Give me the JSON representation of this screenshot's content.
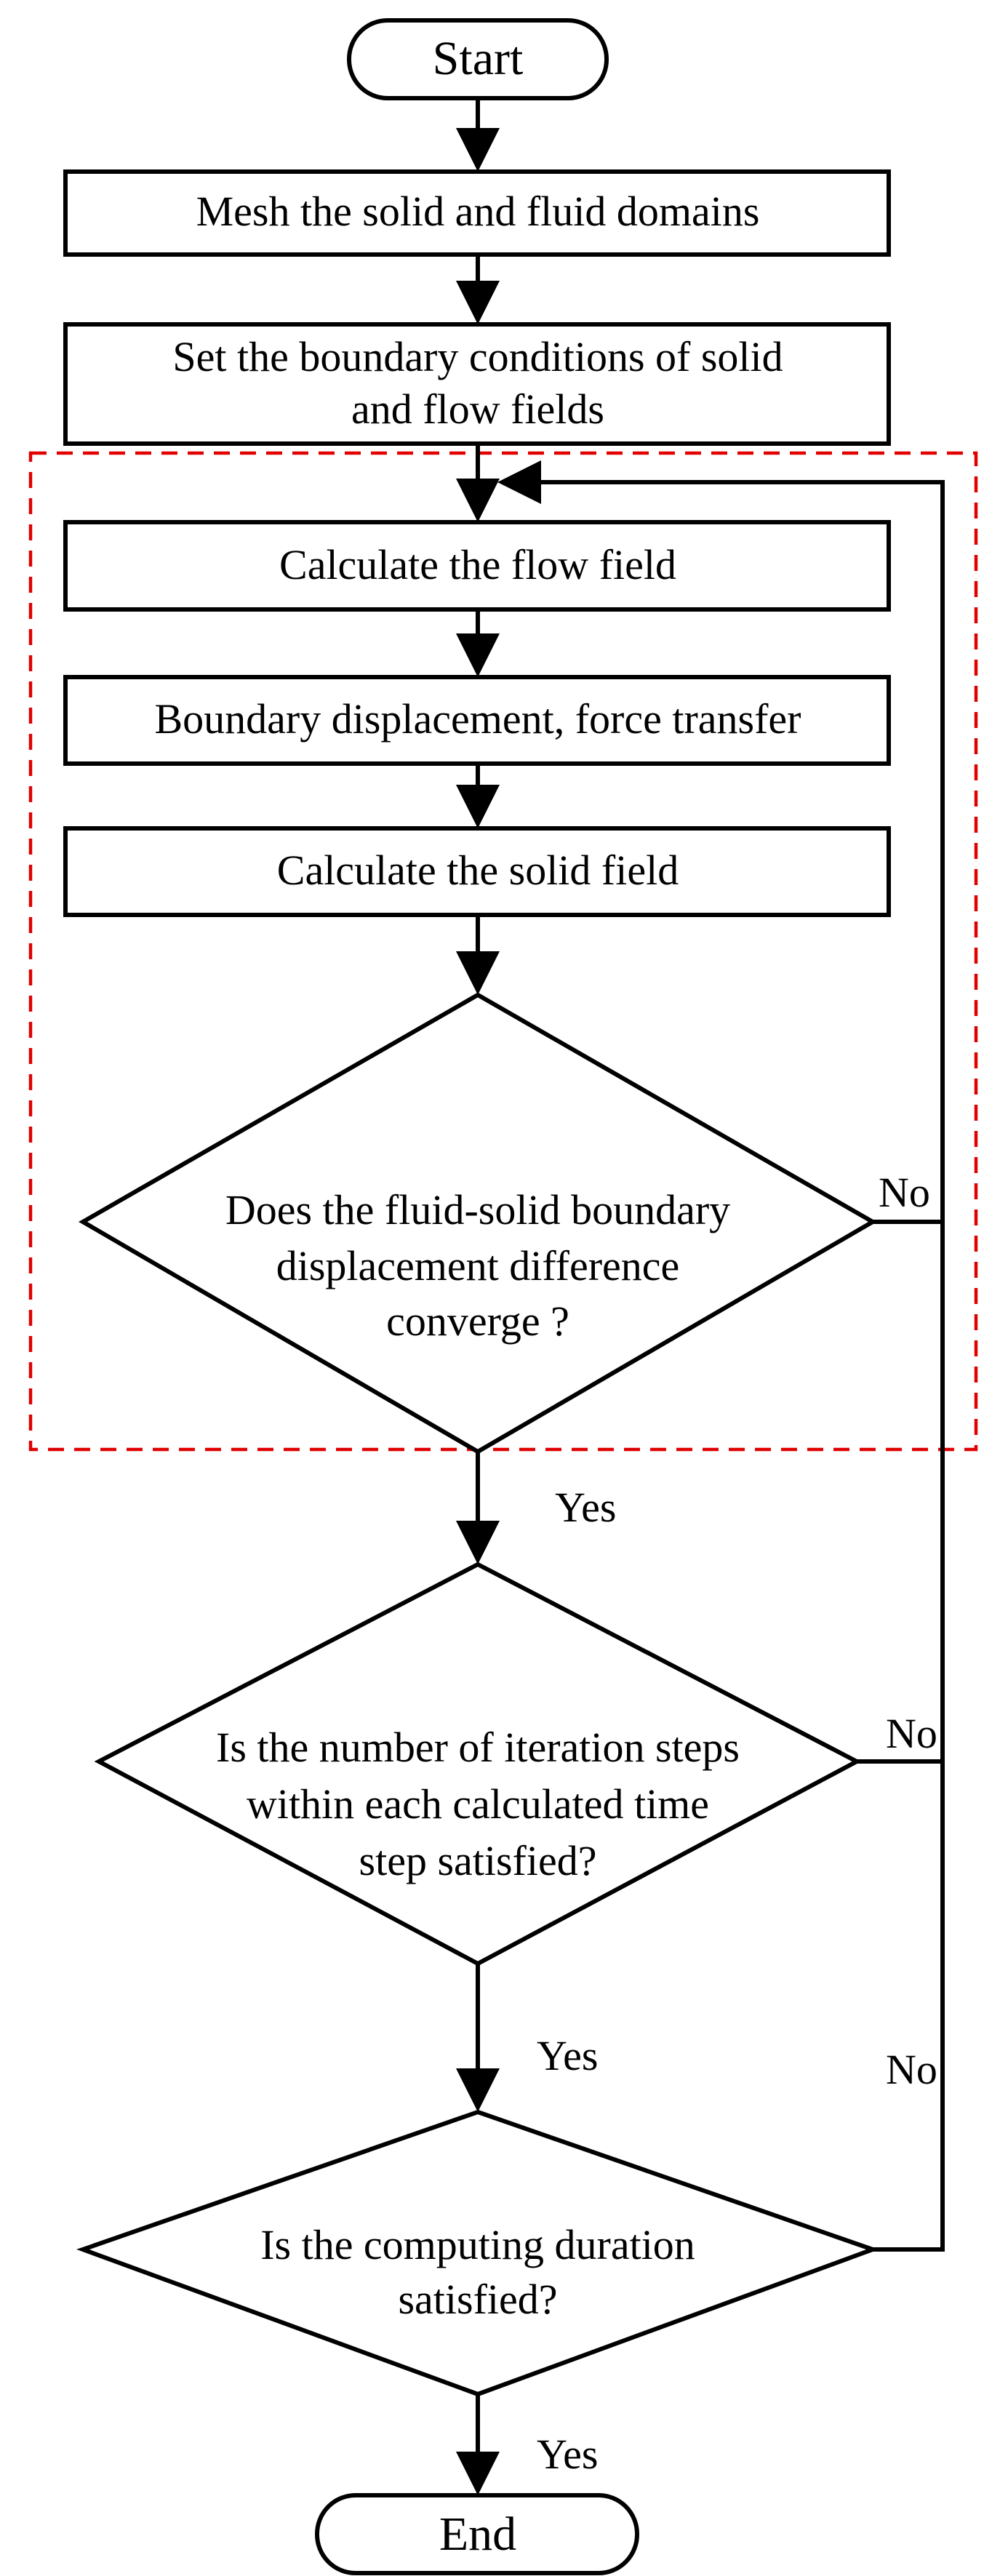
{
  "flowchart": {
    "nodes": {
      "start": "Start",
      "mesh": "Mesh the solid and fluid domains",
      "boundary_line1": "Set the boundary conditions of solid",
      "boundary_line2": "and flow fields",
      "flow": "Calculate the flow field",
      "transfer": "Boundary displacement, force transfer",
      "solid": "Calculate the solid field",
      "converge_line1": "Does the fluid-solid boundary",
      "converge_line2": "displacement difference",
      "converge_line3": "converge ?",
      "steps_line1": "Is the number of iteration steps",
      "steps_line2": "within each calculated time",
      "steps_line3": "step  satisfied?",
      "duration_line1": "Is the computing duration",
      "duration_line2": "satisfied?",
      "end": "End"
    },
    "edge_labels": {
      "converge_yes": "Yes",
      "converge_no": "No",
      "steps_yes": "Yes",
      "steps_no": "No",
      "duration_yes": "Yes",
      "duration_no": "No"
    },
    "colors": {
      "stroke": "#000000",
      "loop_border": "#e00000",
      "background": "#ffffff"
    }
  }
}
